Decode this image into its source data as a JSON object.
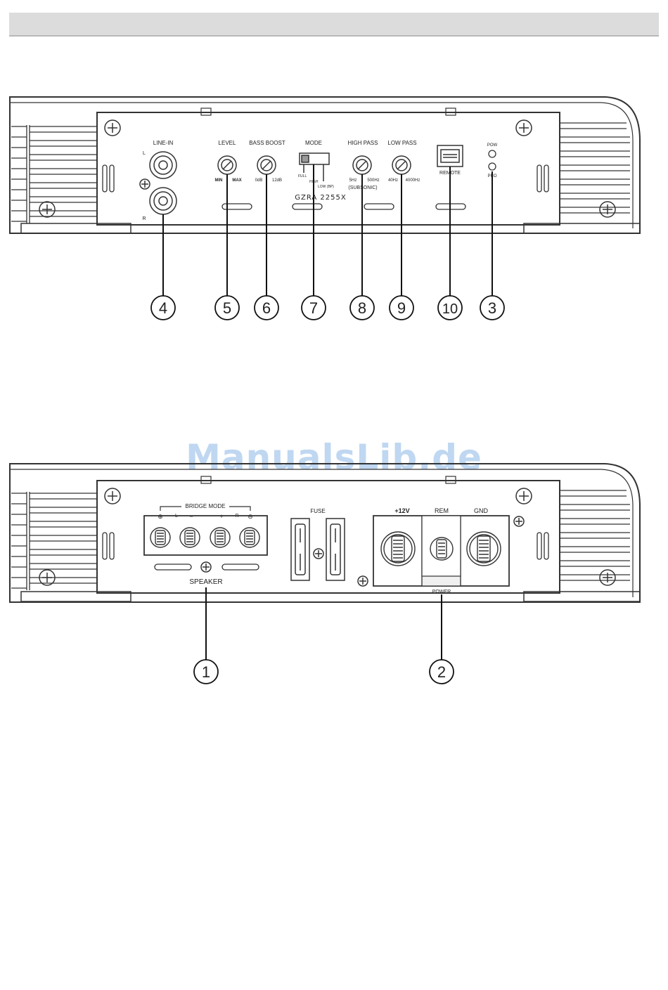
{
  "watermark": "ManualsLib.de",
  "front_panel": {
    "model": "GZRA 2255X",
    "line_in": {
      "title": "LINE-IN",
      "left": "L",
      "right": "R"
    },
    "level": {
      "title": "LEVEL",
      "min": "MIN",
      "max": "MAX"
    },
    "bass_boost": {
      "title": "BASS BOOST",
      "min": "0dB",
      "max": "12dB"
    },
    "mode": {
      "title": "MODE",
      "full": "FULL",
      "high": "HIGH",
      "low": "LOW (BP)"
    },
    "high_pass": {
      "title": "HIGH PASS",
      "min": "5Hz",
      "max": "500Hz",
      "sub": "(SUBSONIC)"
    },
    "low_pass": {
      "title": "LOW PASS",
      "min": "40Hz",
      "max": "4000Hz"
    },
    "remote": "REMOTE",
    "pow": "POW",
    "pro": "PRO",
    "callouts": [
      "4",
      "5",
      "6",
      "7",
      "8",
      "9",
      "10",
      "3"
    ]
  },
  "rear_panel": {
    "bridge_mode": "BRIDGE MODE",
    "terminal_marks": [
      "⊕",
      "L",
      "−",
      "+",
      "R",
      "⊖"
    ],
    "speaker": "SPEAKER",
    "fuse": "FUSE",
    "plus12": "+12V",
    "rem": "REM",
    "gnd": "GND",
    "power": "POWER",
    "callouts": [
      "1",
      "2"
    ]
  }
}
